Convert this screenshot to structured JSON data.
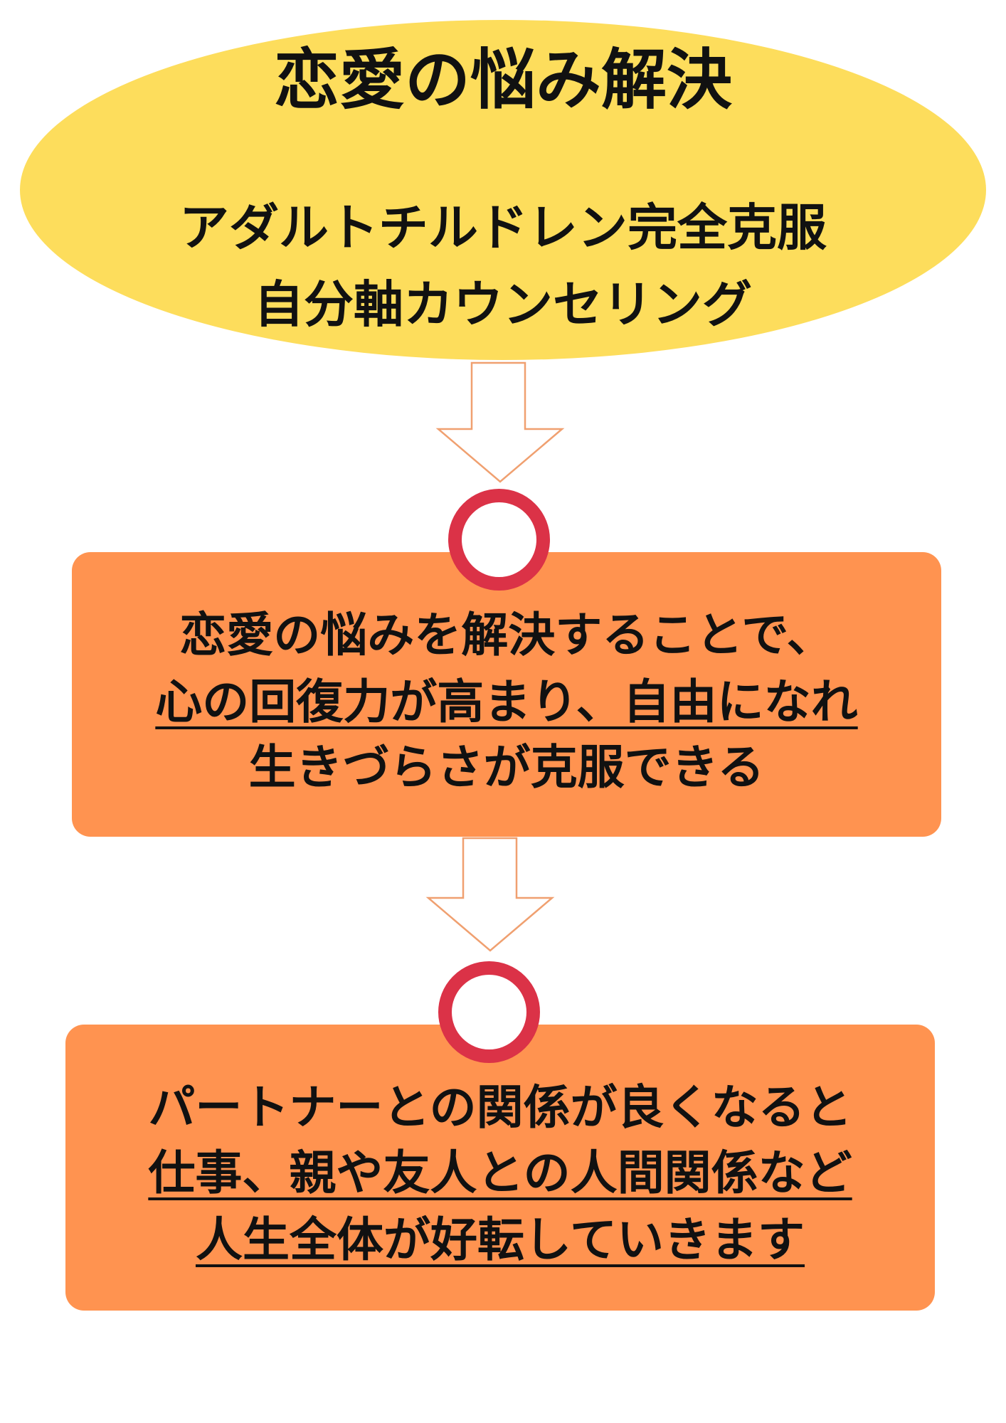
{
  "header": {
    "title": "恋愛の悩み解決",
    "subtitle_line1": "アダルトチルドレン完全克服",
    "subtitle_line2": "自分軸カウンセリング"
  },
  "step1": {
    "line1": "恋愛の悩みを解決することで、",
    "line2": "心の回復力が高まり、自由になれ",
    "line3": "生きづらさが克服できる"
  },
  "step2": {
    "line1": "パートナーとの関係が良くなると",
    "line2": "仕事、親や友人との人間関係など",
    "line3": "人生全体が好転していきます"
  },
  "colors": {
    "ellipse": "#fddd5c",
    "box": "#ff9350",
    "ring": "#db3247",
    "arrow_stroke": "#f0a070"
  }
}
